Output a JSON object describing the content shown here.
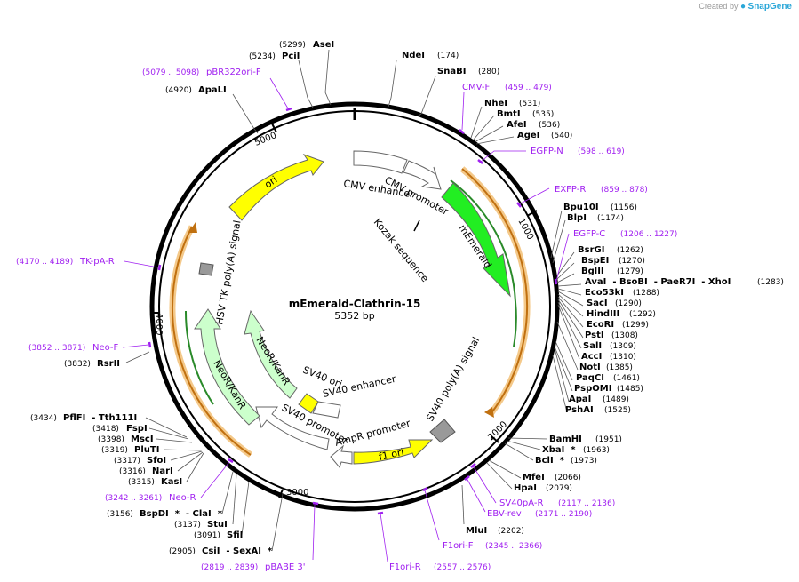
{
  "watermark": {
    "prefix": "Created by",
    "brand": "SnapGene"
  },
  "plasmid": {
    "name": "mEmerald-Clathrin-15",
    "length": "5352 bp",
    "total_bp": 5352
  },
  "colors": {
    "backbone": "#000000",
    "ori": "#ffff00",
    "promoter": "#ffffff",
    "mEmerald": "#22ee22",
    "neo": "#ccffcc",
    "primer": "#a020f0",
    "translation": "#e8a020",
    "translation_inner": "#2a8a2a",
    "terminator": "#999999"
  },
  "ticks": [
    "1000",
    "2000",
    "3000",
    "4000",
    "5000"
  ],
  "features": [
    {
      "id": "cmv-enhancer",
      "label": "CMV enhancer",
      "type": "promoter"
    },
    {
      "id": "cmv-promoter",
      "label": "CMV promoter",
      "type": "promoter"
    },
    {
      "id": "kozak",
      "label": "Kozak sequence",
      "type": "misc"
    },
    {
      "id": "mEmerald",
      "label": "mEmerald",
      "type": "cds"
    },
    {
      "id": "sv40-polya",
      "label": "SV40 poly(A) signal",
      "type": "terminator"
    },
    {
      "id": "f1-ori",
      "label": "f1 ori",
      "type": "ori"
    },
    {
      "id": "ampr-promoter",
      "label": "AmpR promoter",
      "type": "promoter"
    },
    {
      "id": "sv40-promoter",
      "label": "SV40 promoter",
      "type": "promoter"
    },
    {
      "id": "sv40-enhancer",
      "label": "SV40 enhancer",
      "type": "misc"
    },
    {
      "id": "sv40-ori",
      "label": "SV40 ori",
      "type": "misc"
    },
    {
      "id": "neor-inner",
      "label": "NeoR/KanR",
      "type": "cds"
    },
    {
      "id": "neor-outer",
      "label": "NeoR/KanR",
      "type": "cds"
    },
    {
      "id": "hsv-tk",
      "label": "HSV TK poly(A) signal",
      "type": "terminator"
    },
    {
      "id": "ori",
      "label": "ori",
      "type": "ori"
    }
  ],
  "sites_right": [
    {
      "name": "NdeI",
      "pos": "(174)"
    },
    {
      "name": "SnaBI",
      "pos": "(280)"
    },
    {
      "name": "NheI",
      "pos": "(531)"
    },
    {
      "name": "BmtI",
      "pos": "(535)"
    },
    {
      "name": "AfeI",
      "pos": "(536)"
    },
    {
      "name": "AgeI",
      "pos": "(540)"
    },
    {
      "name": "Bpu10I",
      "pos": "(1156)"
    },
    {
      "name": "BlpI",
      "pos": "(1174)"
    },
    {
      "name": "BsrGI",
      "pos": "(1262)"
    },
    {
      "name": "BspEI",
      "pos": "(1270)"
    },
    {
      "name": "BglII",
      "pos": "(1279)"
    },
    {
      "name": "AvaI  - BsoBI  - PaeR7I  - XhoI",
      "pos": "(1283)"
    },
    {
      "name": "Eco53kI",
      "pos": "(1288)"
    },
    {
      "name": "SacI",
      "pos": "(1290)"
    },
    {
      "name": "HindIII",
      "pos": "(1292)"
    },
    {
      "name": "EcoRI",
      "pos": "(1299)"
    },
    {
      "name": "PstI",
      "pos": "(1308)"
    },
    {
      "name": "SalI",
      "pos": "(1309)"
    },
    {
      "name": "AccI",
      "pos": "(1310)"
    },
    {
      "name": "NotI",
      "pos": "(1385)"
    },
    {
      "name": "PaqCI",
      "pos": "(1461)"
    },
    {
      "name": "PspOMI",
      "pos": "(1485)"
    },
    {
      "name": "ApaI",
      "pos": "(1489)"
    },
    {
      "name": "PshAI",
      "pos": "(1525)"
    },
    {
      "name": "BamHI",
      "pos": "(1951)"
    },
    {
      "name": "XbaI  *",
      "pos": "(1963)"
    },
    {
      "name": "BclI  *",
      "pos": "(1973)"
    },
    {
      "name": "MfeI",
      "pos": "(2066)"
    },
    {
      "name": "HpaI",
      "pos": "(2079)"
    },
    {
      "name": "MluI",
      "pos": "(2202)"
    }
  ],
  "sites_left": [
    {
      "name": "AseI",
      "pos": "(5299)"
    },
    {
      "name": "PciI",
      "pos": "(5234)"
    },
    {
      "name": "ApaLI",
      "pos": "(4920)"
    },
    {
      "name": "RsrII",
      "pos": "(3832)"
    },
    {
      "name": "PflFI  - Tth111I",
      "pos": "(3434)"
    },
    {
      "name": "FspI",
      "pos": "(3418)"
    },
    {
      "name": "MscI",
      "pos": "(3398)"
    },
    {
      "name": "PluTI",
      "pos": "(3319)"
    },
    {
      "name": "SfoI",
      "pos": "(3317)"
    },
    {
      "name": "NarI",
      "pos": "(3316)"
    },
    {
      "name": "KasI",
      "pos": "(3315)"
    },
    {
      "name": "BspDI  *  - ClaI  *",
      "pos": "(3156)"
    },
    {
      "name": "StuI",
      "pos": "(3137)"
    },
    {
      "name": "SfiI",
      "pos": "(3091)"
    },
    {
      "name": "CsiI  - SexAI  *",
      "pos": "(2905)"
    }
  ],
  "primers": [
    {
      "name": "pBR322ori-F",
      "range": "(5079 .. 5098)"
    },
    {
      "name": "CMV-F",
      "range": "(459 .. 479)"
    },
    {
      "name": "EGFP-N",
      "range": "(598 .. 619)"
    },
    {
      "name": "EXFP-R",
      "range": "(859 .. 878)"
    },
    {
      "name": "EGFP-C",
      "range": "(1206 .. 1227)"
    },
    {
      "name": "TK-pA-R",
      "range": "(4170 .. 4189)"
    },
    {
      "name": "Neo-F",
      "range": "(3852 .. 3871)"
    },
    {
      "name": "Neo-R",
      "range": "(3242 .. 3261)"
    },
    {
      "name": "pBABE 3'",
      "range": "(2819 .. 2839)"
    },
    {
      "name": "F1ori-R",
      "range": "(2557 .. 2576)"
    },
    {
      "name": "F1ori-F",
      "range": "(2345 .. 2366)"
    },
    {
      "name": "EBV-rev",
      "range": "(2171 .. 2190)"
    },
    {
      "name": "SV40pA-R",
      "range": "(2117 .. 2136)"
    }
  ]
}
